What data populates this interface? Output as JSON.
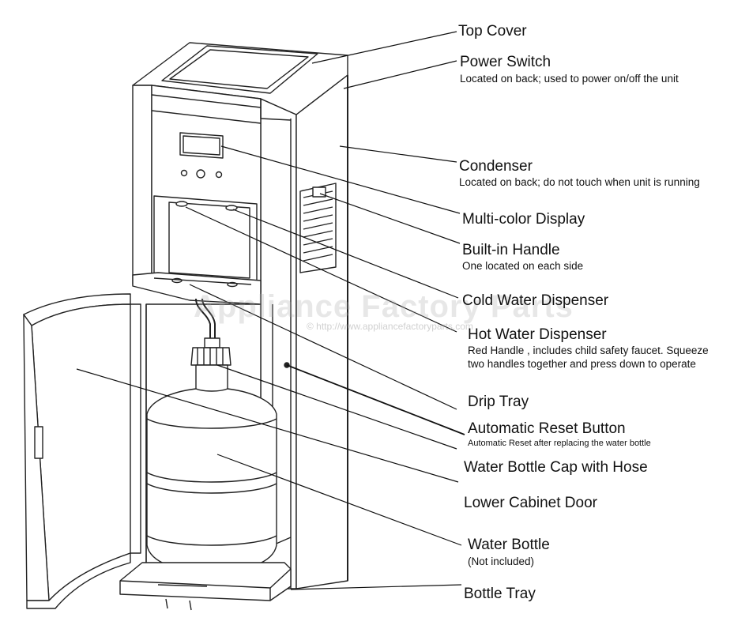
{
  "watermark": {
    "brand": "Appliance Factory Parts",
    "copyright_line": "© http://www.appliancefactoryparts.com"
  },
  "callouts": [
    {
      "id": "top-cover",
      "label": "Top Cover",
      "note": ""
    },
    {
      "id": "power-switch",
      "label": "Power Switch",
      "note": "Located on back; used to power on/off the unit"
    },
    {
      "id": "condenser",
      "label": "Condenser",
      "note": "Located on back; do not touch when unit is running"
    },
    {
      "id": "multi-color-display",
      "label": "Multi-color Display",
      "note": ""
    },
    {
      "id": "built-in-handle",
      "label": "Built-in Handle",
      "note": "One located on each side"
    },
    {
      "id": "cold-water-dispenser",
      "label": "Cold Water Dispenser",
      "note": ""
    },
    {
      "id": "hot-water-dispenser",
      "label": "Hot Water Dispenser",
      "note": "Red Handle , includes child safety faucet. Squeeze",
      "note2": "two handles together and press down to operate"
    },
    {
      "id": "drip-tray",
      "label": "Drip Tray",
      "note": ""
    },
    {
      "id": "automatic-reset-button",
      "label": "Automatic Reset Button",
      "note": "Automatic Reset after replacing the water bottle"
    },
    {
      "id": "water-bottle-cap",
      "label": "Water Bottle Cap with Hose",
      "note": ""
    },
    {
      "id": "lower-cabinet-door",
      "label": "Lower Cabinet Door",
      "note": ""
    },
    {
      "id": "water-bottle",
      "label": "Water Bottle",
      "note": "(Not included)"
    },
    {
      "id": "bottle-tray",
      "label": "Bottle Tray",
      "note": ""
    }
  ]
}
